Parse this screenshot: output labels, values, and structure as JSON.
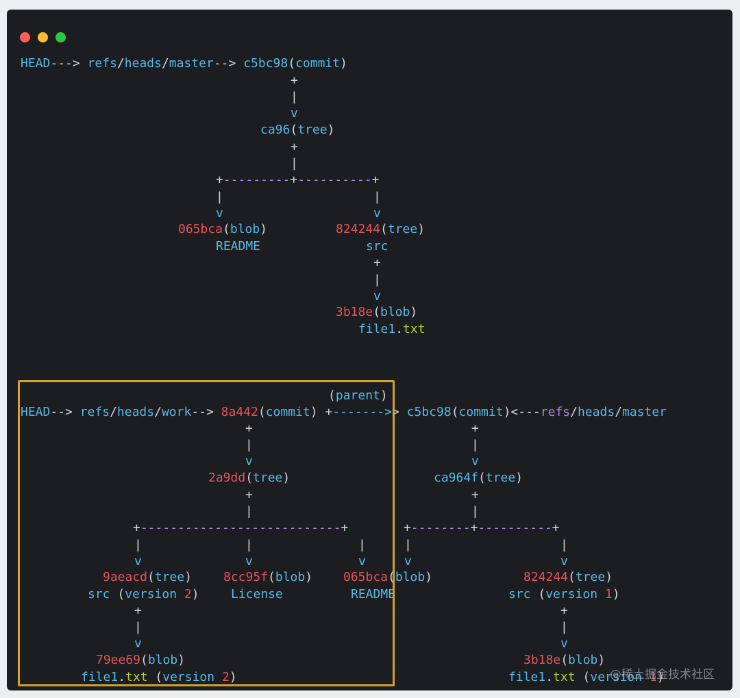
{
  "window": {
    "traffic_lights": [
      "#ff5f57",
      "#febc2e",
      "#28c840"
    ]
  },
  "top": {
    "row1": {
      "head": "HEAD",
      "arrow1": "--->",
      "refs": "refs",
      "heads": "heads",
      "master": "master",
      "arrow2": "-->",
      "hash": "c5bc98",
      "type": "commit"
    },
    "row_tree": {
      "hash": "ca96",
      "type": "tree"
    },
    "blob_readme": {
      "hash": "065bca",
      "type": "blob",
      "name": "README"
    },
    "tree_src": {
      "hash": "824244",
      "type": "tree",
      "name": "src"
    },
    "blob_file1": {
      "hash": "3b18e",
      "type": "blob",
      "name": "file1",
      "ext": "txt"
    }
  },
  "bottom": {
    "parent_label": "parent",
    "row1": {
      "head": "HEAD",
      "arrow1": "-->",
      "refs": "refs",
      "heads": "heads",
      "work": "work",
      "arrow2": "-->",
      "hash": "8a442",
      "type": "commit",
      "parent_arrow": "------->",
      "hash2": "c5bc98",
      "type2": "commit",
      "arrow3": "<---",
      "refs2": "refs",
      "heads2": "heads",
      "master": "master"
    },
    "tree_left": {
      "hash": "2a9dd",
      "type": "tree"
    },
    "tree_right": {
      "hash": "ca964f",
      "type": "tree"
    },
    "tree_9aeacd": {
      "hash": "9aeacd",
      "type": "tree",
      "name": "src",
      "version_word": "version",
      "version_num": "2"
    },
    "blob_license": {
      "hash": "8cc95f",
      "type": "blob",
      "name": "License"
    },
    "blob_readme": {
      "hash": "065bca",
      "type": "blob",
      "name": "README"
    },
    "tree_824244": {
      "hash": "824244",
      "type": "tree",
      "name": "src",
      "version_word": "version",
      "version_num": "1"
    },
    "blob_79ee69": {
      "hash": "79ee69",
      "type": "blob",
      "name": "file1",
      "ext": "txt",
      "version_word": "version",
      "version_num": "2"
    },
    "blob_3b18e": {
      "hash": "3b18e",
      "type": "blob",
      "name": "file1",
      "ext": "txt",
      "version_word": "version",
      "version_num": "1"
    }
  },
  "watermark": "@稀土掘金技术社区"
}
